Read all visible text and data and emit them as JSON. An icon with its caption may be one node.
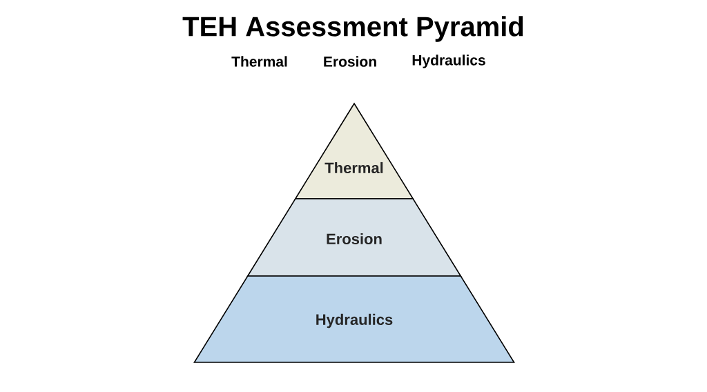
{
  "diagram": {
    "title": "TEH Assessment Pyramid",
    "nodes": [
      {
        "text": [
          "Thermal"
        ]
      },
      {
        "text": [
          "Erosion"
        ]
      },
      {
        "text": [
          "Hydraulics"
        ]
      }
    ],
    "labels": [
      "Thermal",
      "Erosion",
      "Hydraulics"
    ]
  }
}
